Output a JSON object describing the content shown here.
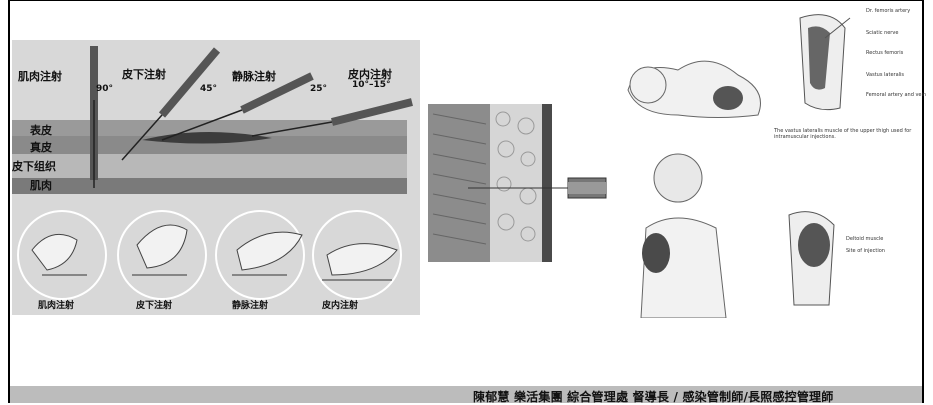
{
  "panel_left": {
    "top_labels": [
      "肌肉注射",
      "皮下注射",
      "静脉注射",
      "皮内注射"
    ],
    "angles": [
      "90°",
      "45°",
      "25°",
      "10°–15°"
    ],
    "layer_labels": [
      "表皮",
      "真皮",
      "皮下组织",
      "肌肉"
    ],
    "bottom_labels": [
      "肌肉注射",
      "皮下注射",
      "静脉注射",
      "皮内注射"
    ]
  },
  "panel_right": {
    "thigh_labels": [
      "Dr. femoris artery",
      "Sciatic nerve",
      "Rectus femoris",
      "Vastus lateralis",
      "Femoral artery and vein"
    ],
    "thigh_caption": "The vastus lateralis muscle of the upper thigh used for intramuscular injections.",
    "deltoid_labels": [
      "Deltoid muscle",
      "Site of injection"
    ]
  },
  "footer": {
    "text": "陳郁慧 樂活集團  綜合管理處 督導長 / 感染管制師/長照感控管理師"
  }
}
